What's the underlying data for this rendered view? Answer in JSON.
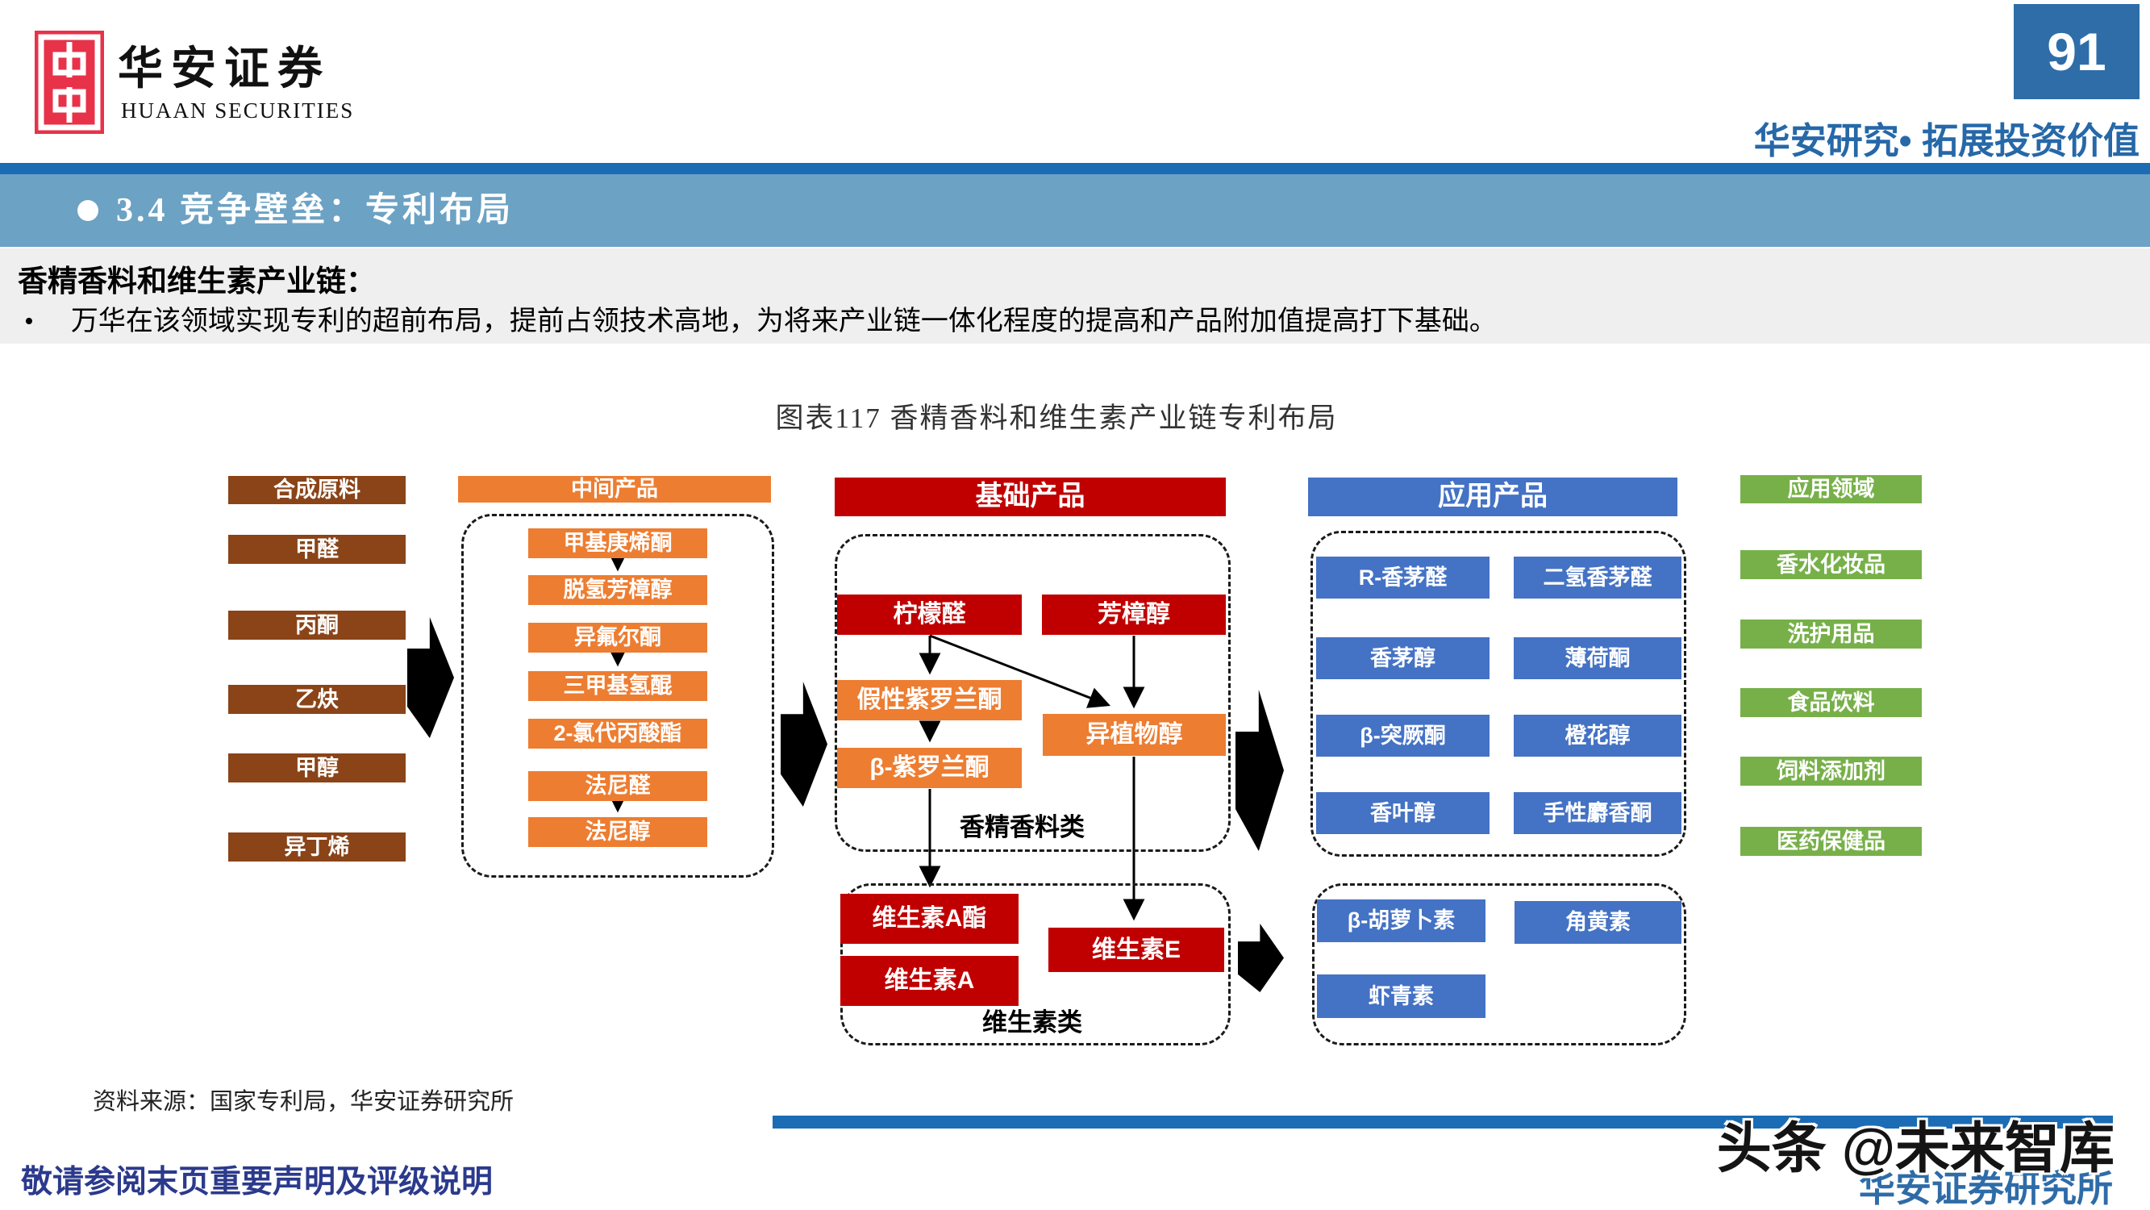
{
  "header": {
    "logo_cn": "华安证券",
    "logo_en": "HUAAN SECURITIES",
    "page_number": "91",
    "slogan": "华安研究• 拓展投资价值"
  },
  "section": {
    "title": "3.4 竞争壁垒：专利布局"
  },
  "intro": {
    "heading": "香精香料和维生素产业链：",
    "bullet": "•",
    "text": "万华在该领域实现专利的超前布局，提前占领技术高地，为将来产业链一体化程度的提高和产品附加值提高打下基础。"
  },
  "figure": {
    "caption": "图表117  香精香料和维生素产业链专利布局",
    "source": "资料来源：国家专利局，华安证券研究所"
  },
  "diagram": {
    "col1": {
      "header": "合成原料",
      "items": [
        "甲醛",
        "丙酮",
        "乙炔",
        "甲醇",
        "异丁烯"
      ]
    },
    "col2": {
      "header": "中间产品",
      "items": [
        "甲基庚烯酮",
        "脱氢芳樟醇",
        "异氟尔酮",
        "三甲基氢醌",
        "2-氯代丙酸酯",
        "法尼醛",
        "法尼醇"
      ]
    },
    "col3": {
      "header": "基础产品",
      "fragrance": {
        "label": "香精香料类",
        "citral": "柠檬醛",
        "linalool": "芳樟醇",
        "pseudoionone": "假性紫罗兰酮",
        "isophytol": "异植物醇",
        "beta_ionone": "β-紫罗兰酮"
      },
      "vitamins": {
        "label": "维生素类",
        "va_ester": "维生素A酯",
        "va": "维生素A",
        "ve": "维生素E"
      }
    },
    "col4": {
      "header": "应用产品",
      "fragrance_products": [
        "R-香茅醛",
        "二氢香茅醛",
        "香茅醇",
        "薄荷酮",
        "β-突厥酮",
        "橙花醇",
        "香叶醇",
        "手性麝香酮"
      ],
      "vitamin_products": [
        "β-胡萝卜素",
        "角黄素",
        "虾青素"
      ]
    },
    "col5": {
      "header": "应用领域",
      "items": [
        "香水化妆品",
        "洗护用品",
        "食品饮料",
        "饲料添加剂",
        "医药保健品"
      ]
    }
  },
  "footer": {
    "disclaimer": "敬请参阅末页重要声明及评级说明",
    "watermark": "头条 @未来智库",
    "institute": "华安证券研究所"
  },
  "colors": {
    "brown": "#8A4418",
    "orange": "#ED7D31",
    "red": "#C00000",
    "blue": "#4472C4",
    "green": "#77B049",
    "band_blue": "#6CA2C4",
    "bar_blue": "#1B6CB5",
    "accent_blue": "#2E6DA8",
    "footer_navy": "#2B3A8C"
  }
}
